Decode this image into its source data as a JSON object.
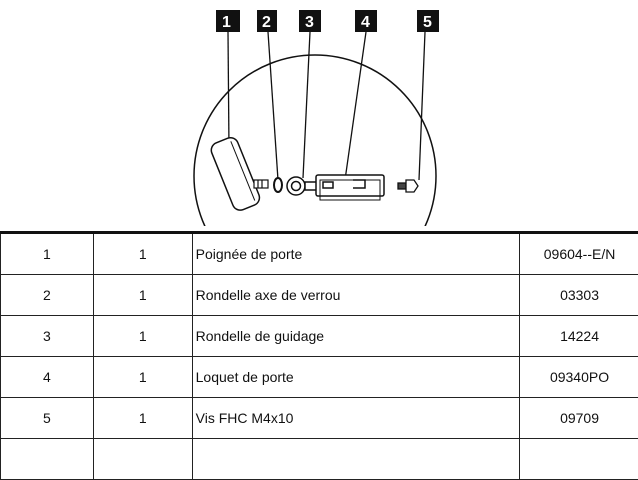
{
  "diagram": {
    "callouts": [
      "1",
      "2",
      "3",
      "4",
      "5"
    ]
  },
  "parts": [
    {
      "ref": "1",
      "qty": "1",
      "name": "Poignée de porte",
      "code": "09604--E/N"
    },
    {
      "ref": "2",
      "qty": "1",
      "name": "Rondelle axe de verrou",
      "code": "03303"
    },
    {
      "ref": "3",
      "qty": "1",
      "name": "Rondelle de guidage",
      "code": "14224"
    },
    {
      "ref": "4",
      "qty": "1",
      "name": "Loquet de porte",
      "code": "09340PO"
    },
    {
      "ref": "5",
      "qty": "1",
      "name": "Vis FHC M4x10",
      "code": "09709"
    },
    {
      "ref": "",
      "qty": "",
      "name": "",
      "code": ""
    }
  ]
}
